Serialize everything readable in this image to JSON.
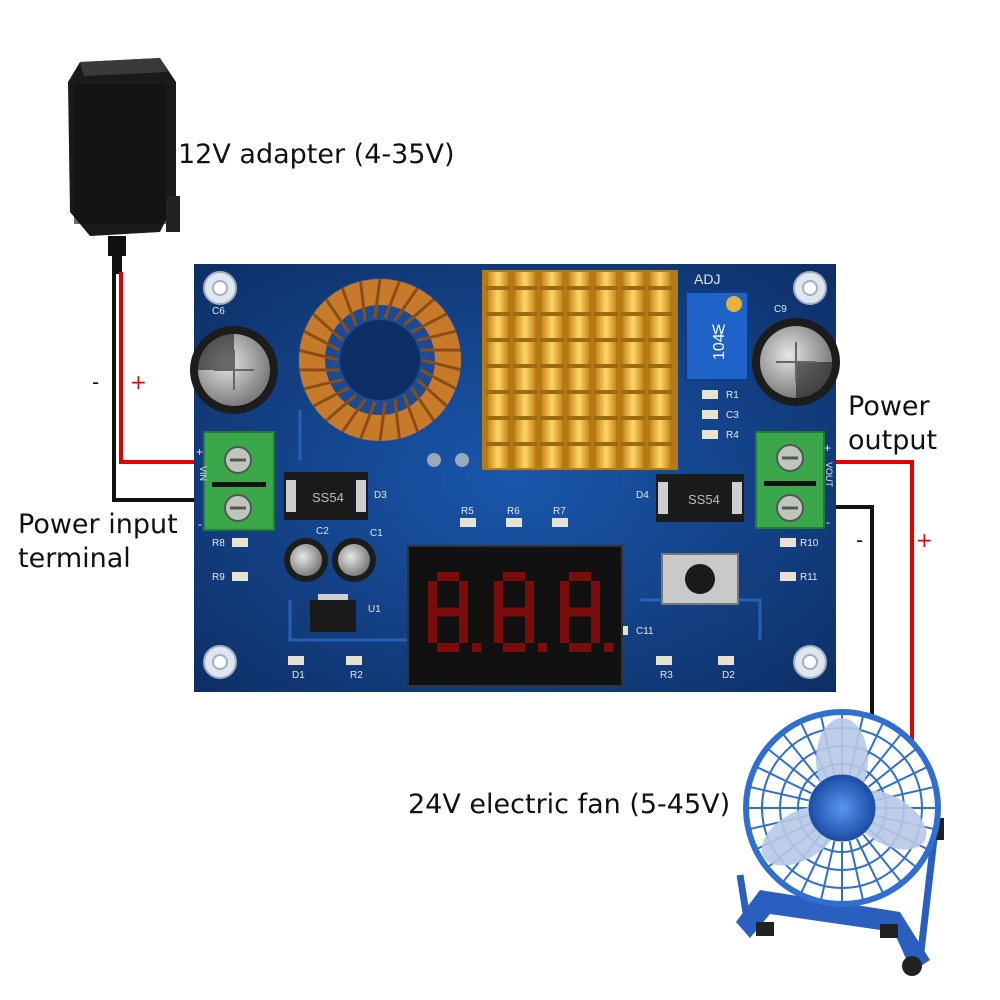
{
  "labels": {
    "adapter": "12V adapter (4-35V)",
    "power_input_line1": "Power input",
    "power_input_line2": "terminal",
    "power_output_line1": "Power",
    "power_output_line2": "output",
    "fan": "24V electric fan (5-45V)"
  },
  "polarity": {
    "input_negative": "-",
    "input_positive": "+",
    "output_negative": "-",
    "output_positive": "+"
  },
  "board": {
    "adj_label": "ADJ",
    "pot_value": "104",
    "pot_marking": "W",
    "diode_marking_left": "SS54",
    "diode_marking_right": "SS54",
    "component_labels": [
      "C6",
      "C9",
      "R1",
      "C3",
      "R4",
      "D3",
      "D4",
      "C2",
      "C1",
      "R5",
      "R6",
      "R7",
      "R8",
      "R9",
      "R10",
      "R11",
      "U1",
      "C11",
      "D1",
      "R2",
      "R3",
      "D2"
    ],
    "input_terminal_marks": [
      "+",
      "VIN",
      "-"
    ],
    "output_terminal_marks": [
      "+",
      "VOUT",
      "-"
    ],
    "display_digits": "8.8.8."
  },
  "colors": {
    "wire_positive": "#e00000",
    "wire_negative": "#111111",
    "pcb": "#123f86",
    "terminal": "#3aa84a",
    "heatsink": "#e8b43a",
    "coil": "#c77a2a",
    "fan": "#2f6fd0",
    "display_segment": "#7a0c0c"
  }
}
